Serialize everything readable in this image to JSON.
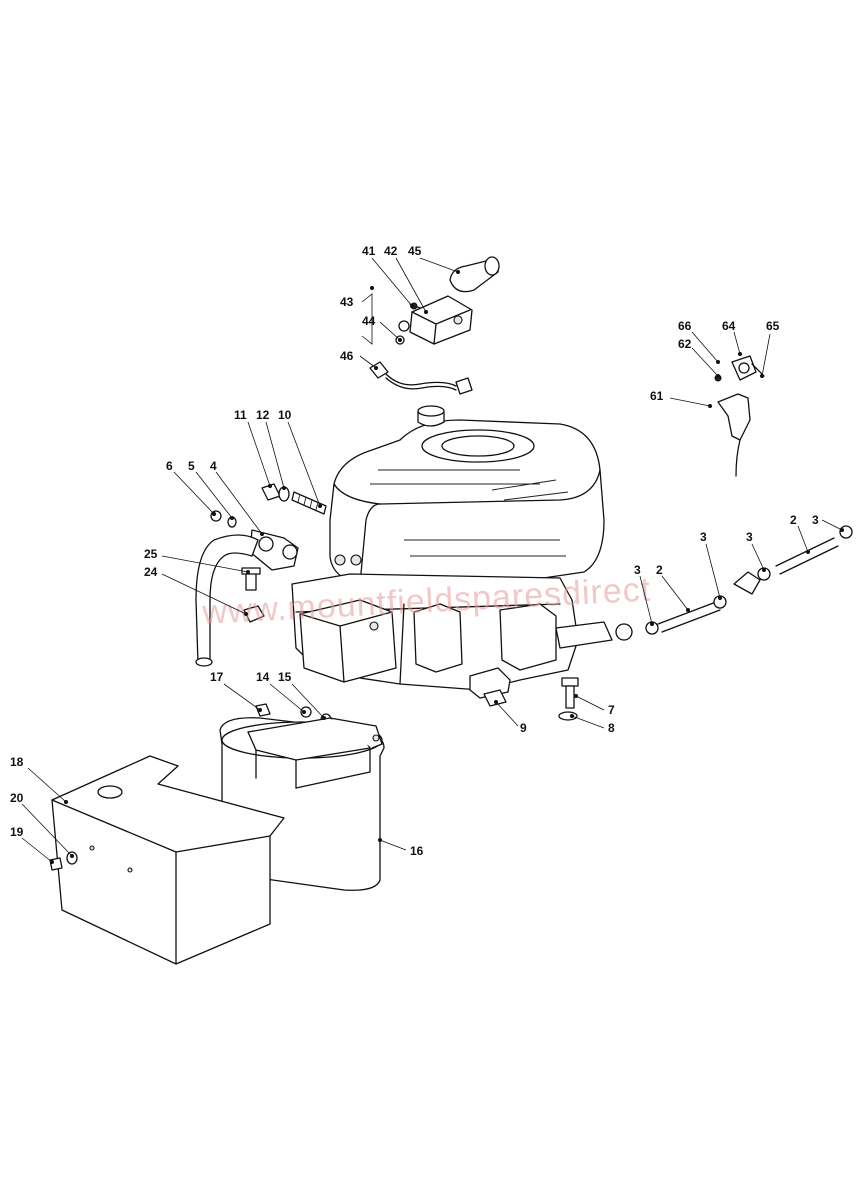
{
  "watermark": "www.mountfieldsparesdirect",
  "callouts": [
    "41",
    "42",
    "45",
    "43",
    "44",
    "46",
    "66",
    "64",
    "65",
    "62",
    "61",
    "11",
    "12",
    "10",
    "6",
    "5",
    "4",
    "25",
    "24",
    "3",
    "2",
    "7",
    "8",
    "9",
    "17",
    "14",
    "15",
    "18",
    "20",
    "19",
    "16"
  ]
}
